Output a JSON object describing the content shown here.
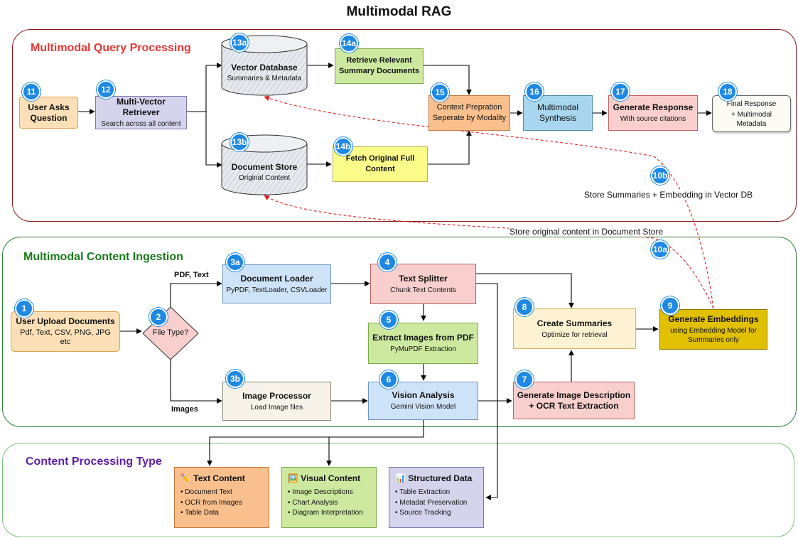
{
  "title": "Multimodal RAG",
  "sections": {
    "query": {
      "title": "Multimodal Query Processing",
      "color": "#e53935",
      "border": "#8b1a1a"
    },
    "ingest": {
      "title": "Multimodal Content Ingestion",
      "color": "#1b7a1b",
      "border": "#2e7d32"
    },
    "ptype": {
      "title": "Content Processing Type",
      "color": "#5b1fa0",
      "border": "#7bbf7b"
    }
  },
  "nodes": {
    "n11": {
      "badge": "11",
      "title": "User Asks Question",
      "sub": ""
    },
    "n12": {
      "badge": "12",
      "title": "Multi-Vector Retriever",
      "sub": "Search across all content"
    },
    "n13a": {
      "badge": "13a",
      "title": "Vector Database",
      "sub": "Summaries & Metadata"
    },
    "n13b": {
      "badge": "13b",
      "title": "Document Store",
      "sub": "Original Content"
    },
    "n14a": {
      "badge": "14a",
      "title": "Retrieve Relevant Summary Documents",
      "sub": ""
    },
    "n14b": {
      "badge": "14b",
      "title": "Fetch Original Full Content",
      "sub": ""
    },
    "n15": {
      "badge": "15",
      "title": "Context Prepration Seperate by Modality",
      "sub": ""
    },
    "n16": {
      "badge": "16",
      "title": "Multimodal Synthesis",
      "sub": ""
    },
    "n17": {
      "badge": "17",
      "title": "Generate Response",
      "sub": "With source citations"
    },
    "n18": {
      "badge": "18",
      "title": "Final Response",
      "sub": "+ Multimodal Metadata"
    },
    "n1": {
      "badge": "1",
      "title": "User Upload Documents",
      "sub": "Pdf, Text, CSV, PNG, JPG etc"
    },
    "n2": {
      "badge": "2",
      "title": "File Type?"
    },
    "n3a": {
      "badge": "3a",
      "title": "Document Loader",
      "sub": "PyPDF, TextLoader, CSVLoader"
    },
    "n3b": {
      "badge": "3b",
      "title": "Image Processor",
      "sub": "Load Image files"
    },
    "n4": {
      "badge": "4",
      "title": "Text Splitter",
      "sub": "Chunk Text Contents"
    },
    "n5": {
      "badge": "5",
      "title": "Extract Images from PDF",
      "sub": "PyMuPDF Extraction"
    },
    "n6": {
      "badge": "6",
      "title": "Vision Analysis",
      "sub": "Gemini Vision Model"
    },
    "n7": {
      "badge": "7",
      "title": "Generate Image Description + OCR Text Extraction",
      "sub": ""
    },
    "n8": {
      "badge": "8",
      "title": "Create Summaries",
      "sub": "Optimize for retrieval"
    },
    "n9": {
      "badge": "9",
      "title": "Generate Embeddings",
      "sub": "using Embedding Model for Summaries only"
    }
  },
  "edge_labels": {
    "pdf_text": "PDF, Text",
    "images": "Images",
    "store_summaries": "Store Summaries + Embedding in Vector DB",
    "store_original": "Store original content in Document Store",
    "badge_10a": "10a",
    "badge_10b": "10b"
  },
  "processing_types": [
    {
      "icon": "✏️",
      "title": "Text Content",
      "items": [
        "• Document Text",
        "• OCR from Images",
        "• Table Data"
      ]
    },
    {
      "icon": "🖼️",
      "title": "Visual Content",
      "items": [
        "• Image Descriptions",
        "• Chart Analysis",
        "• Diagram Interpretation"
      ]
    },
    {
      "icon": "📊",
      "title": "Structured Data",
      "items": [
        "• Table Extraction",
        "• Metadat Preservation",
        "• Source Tracking"
      ]
    }
  ],
  "colors": {
    "badge": "#1e88e5",
    "peach": "#fde0b8",
    "lavender": "#d6d3ec",
    "green": "#cde9a0",
    "yellow": "#fbfb8a",
    "orange": "#f9c08e",
    "blue": "#a8d6ee",
    "pink": "#f8cfcd",
    "lightblue": "#cfe3f8",
    "cream": "#f7f3ea",
    "lightyellow": "#fef2d2",
    "gold": "#e0c000",
    "dashed": "#e02020"
  }
}
